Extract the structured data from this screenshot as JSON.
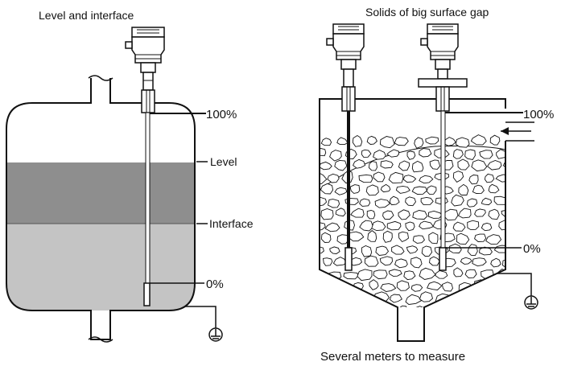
{
  "left_panel": {
    "title": "Level and interface",
    "labels": {
      "full": "100%",
      "level": "Level",
      "interface": "Interface",
      "empty": "0%"
    }
  },
  "right_panel": {
    "title": "Solids of big surface gap",
    "labels": {
      "full": "100%",
      "empty": "0%"
    },
    "caption": "Several meters to measure"
  },
  "colors": {
    "liquid_upper": "#8e8e8e",
    "liquid_lower": "#c4c4c4",
    "outline": "#111111",
    "stone_fill": "#ffffff"
  }
}
